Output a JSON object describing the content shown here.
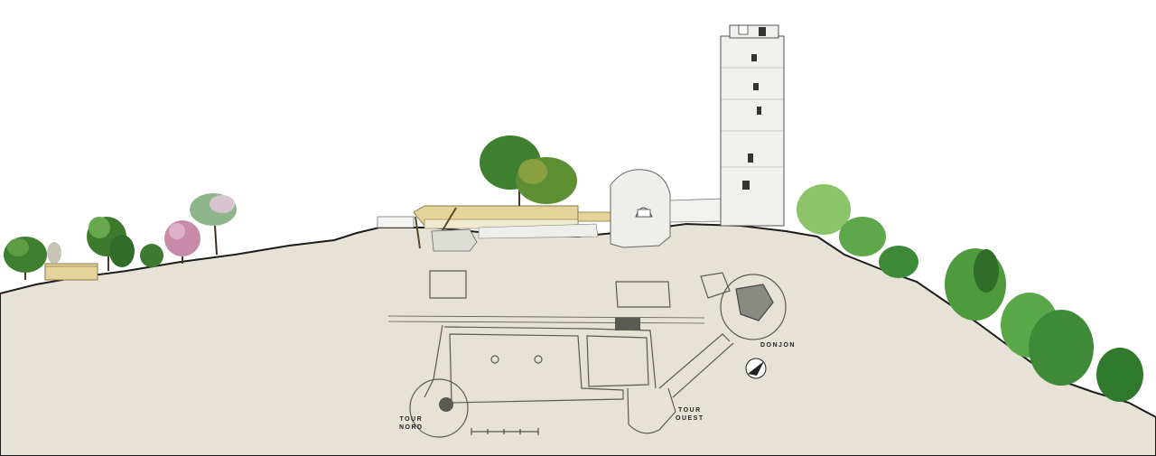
{
  "labels": {
    "tour_nord": [
      "TOUR",
      "NORD"
    ],
    "tour_ouest": [
      "TOUR",
      "OUEST"
    ],
    "donjon": "DONJON"
  },
  "colors": {
    "ground": "#e7e2d6",
    "ground_line": "#1c1c1c",
    "plan_stroke": "#5a5a55",
    "tree_dark": "#2f6d28",
    "tree_mid": "#4f9a3c",
    "tree_light": "#8cc46a",
    "tree_pink": "#c78aa8",
    "stone": "#eeeeea",
    "timber": "#e4d39a"
  },
  "icons": {
    "north_arrow": "north-arrow-icon",
    "scale_bar": "scale-bar-icon"
  }
}
